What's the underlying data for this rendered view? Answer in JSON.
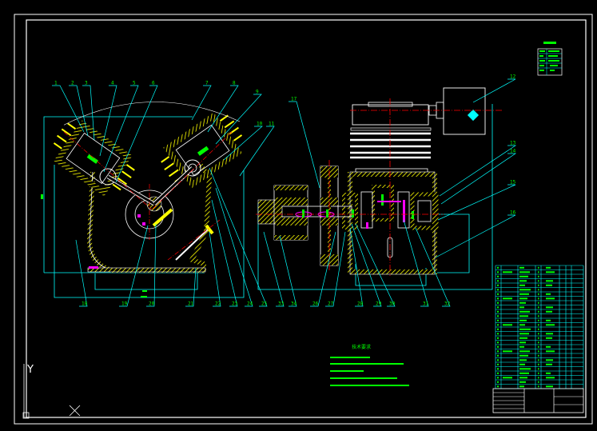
{
  "drawing": {
    "notes_title": "技术要求",
    "ucs_axis_y": "Y",
    "ucs_axis_x": "X",
    "callouts_left_top": [
      "1",
      "2",
      "3",
      "4",
      "5",
      "6",
      "7",
      "8",
      "9",
      "10",
      "11"
    ],
    "callouts_right": [
      "12",
      "13",
      "14",
      "15",
      "16",
      "17"
    ],
    "callouts_bottom": [
      "18",
      "19",
      "20",
      "21",
      "22",
      "23",
      "24",
      "25",
      "26",
      "27",
      "28",
      "29",
      "30",
      "31",
      "32",
      "33",
      "34"
    ],
    "colors": {
      "background": "#000000",
      "outline": "#ffffff",
      "hatch": "#ffff00",
      "dimension": "#00ffff",
      "centerline": "#ff0000",
      "text": "#00ff00",
      "highlight": "#ff00ff"
    }
  }
}
